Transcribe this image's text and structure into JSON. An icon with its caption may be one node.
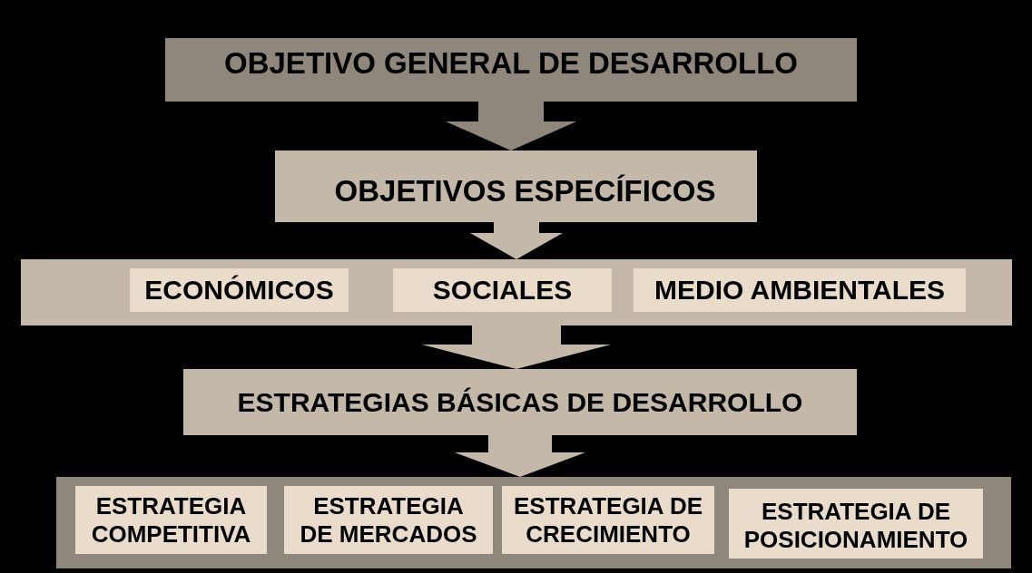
{
  "diagram": {
    "nodes": [
      {
        "text": [
          "OBJETIVO GENERAL DE DESARROLLO"
        ]
      },
      {
        "text": [
          "OBJETIVOS ESPECÍFICOS"
        ]
      },
      {
        "text": [],
        "shape": "box"
      },
      {
        "text": [
          "ECONÓMICOS"
        ],
        "in": 2
      },
      {
        "text": [
          "SOCIALES"
        ],
        "in": 2
      },
      {
        "text": [
          "MEDIO AMBIENTALES"
        ],
        "in": 2
      },
      {
        "text": [
          "ESTRATEGIAS BÁSICAS DE DESARROLLO"
        ]
      },
      {
        "text": [],
        "shape": "box"
      },
      {
        "text": [
          "ESTRATEGIA COMPETITIVA"
        ],
        "in": 7
      },
      {
        "text": [
          "ESTRATEGIA DE MERCADOS"
        ],
        "in": 7
      },
      {
        "text": [
          "ESTRATEGIA DE CRECIMIENTO"
        ],
        "in": 7
      },
      {
        "text": [
          "ESTRATEGIA DE POSICIONAMIENTO"
        ],
        "in": 7
      }
    ],
    "edges": [
      {
        "from": 0,
        "to": 1,
        "arrow": "to",
        "color": "#8f877c"
      },
      {
        "from": 1,
        "to": 2,
        "arrow": "to"
      },
      {
        "from": 2,
        "to": 6,
        "arrow": "to"
      },
      {
        "from": 6,
        "to": 7,
        "arrow": "to"
      }
    ]
  }
}
